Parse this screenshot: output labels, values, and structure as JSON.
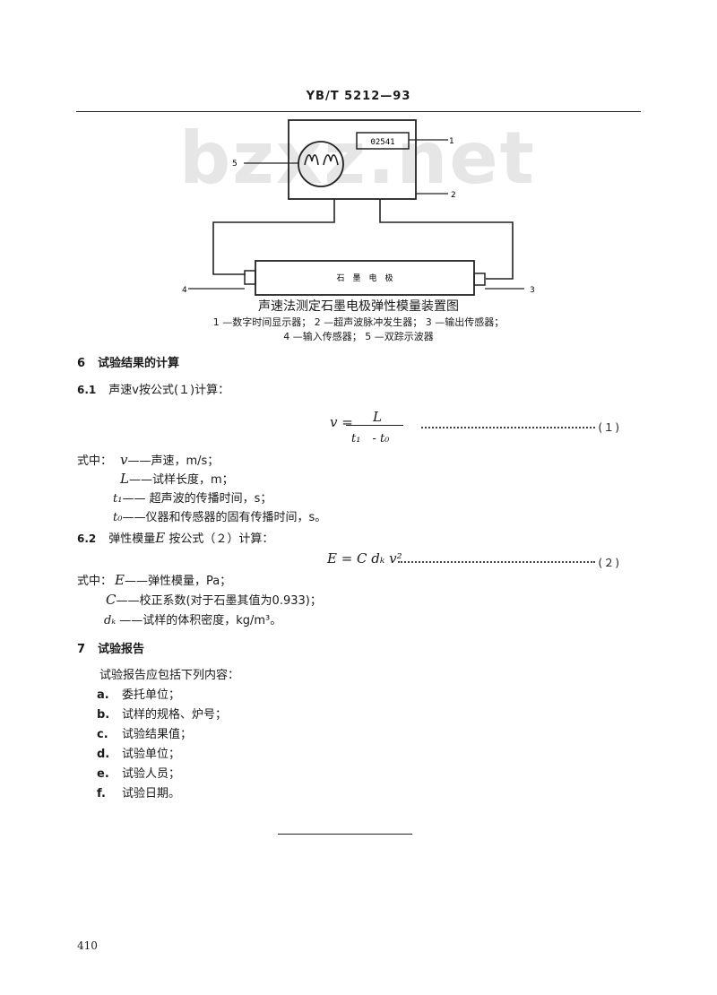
{
  "header": {
    "code": "YB/T 5212—93"
  },
  "watermark": "bzxz.net",
  "figure": {
    "display_value": "02541",
    "rod_label": "石　墨　电　极",
    "callouts": [
      "1",
      "2",
      "3",
      "4",
      "5"
    ],
    "caption": "声速法测定石墨电极弹性模量装置图",
    "legend_line1": "1 —数字时间显示器； 2 —超声波脉冲发生器； 3 —输出传感器；",
    "legend_line2": "4 —输入传感器； 5 —双踪示波器"
  },
  "section6": {
    "number": "6",
    "title": "试验结果的计算",
    "s61": {
      "number": "6.1",
      "text": "声速v按公式(１)计算：",
      "eq_lhs": "v =",
      "eq_num": "L",
      "eq_den": "t₁　- t₀",
      "eq_no": "(１)",
      "where": "式中：",
      "defs": [
        {
          "sym": "v",
          "desc": "——声速，m/s；"
        },
        {
          "sym": "L",
          "desc": "——试样长度，m；"
        },
        {
          "sym": "t₁",
          "desc": "—— 超声波的传播时间，s；"
        },
        {
          "sym": "t₀",
          "desc": "——仪器和传感器的固有传播时间，s。"
        }
      ]
    },
    "s62": {
      "number": "6.2",
      "text_a": "弹性模量",
      "text_sym": "E",
      "text_b": " 按公式（２）计算：",
      "eq": "E = C dₖ v²",
      "eq_no": "(２)",
      "where": "式中：",
      "defs": [
        {
          "sym": "E",
          "desc": "——弹性模量，Pa；"
        },
        {
          "sym": "C",
          "desc": "——校正系数(对于石墨其值为0.933)；"
        },
        {
          "sym": "dₖ",
          "desc": " ——试样的体积密度，kg/m³。"
        }
      ]
    }
  },
  "section7": {
    "number": "7",
    "title": "试验报告",
    "intro": "试验报告应包括下列内容：",
    "items": [
      {
        "label": "a.",
        "text": "委托单位；"
      },
      {
        "label": "b.",
        "text": "试样的规格、炉号；"
      },
      {
        "label": "c.",
        "text": "试验结果值；"
      },
      {
        "label": "d.",
        "text": "试验单位；"
      },
      {
        "label": "e.",
        "text": "试验人员；"
      },
      {
        "label": "f.",
        "text": "试验日期。"
      }
    ]
  },
  "footer": {
    "page_number": "410"
  }
}
